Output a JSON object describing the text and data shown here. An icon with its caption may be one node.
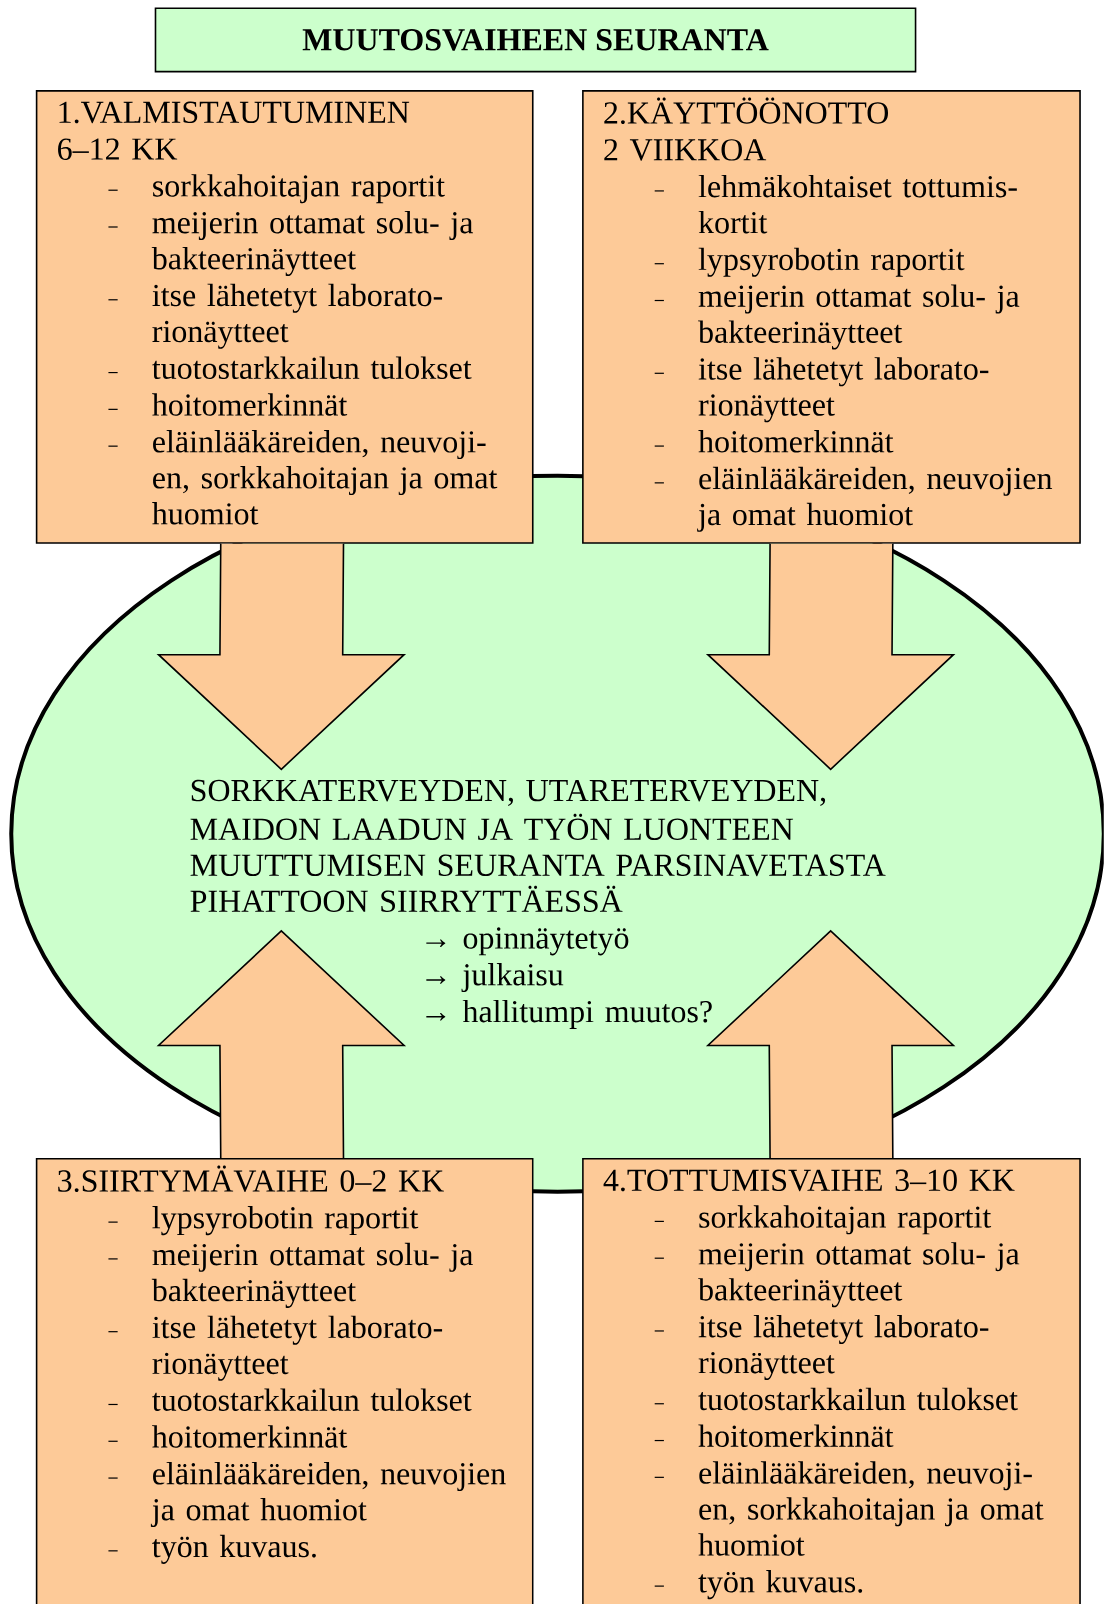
{
  "diagram": {
    "nodes": [
      {
        "text": [
          "MUUTOSVAIHEEN SEURANTA"
        ]
      },
      {
        "text": [
          "1.VALMISTAUTUMINEN",
          "6–12 KK",
          "sorkkahoitajan raportit",
          "meijerin ottamat solu- ja bakteerinäytteet",
          "itse lähetetyt laborato- rionäytteet",
          "tuotostarkkailun tulokset",
          "hoitomerkinnät",
          "eläinlääkäreiden, neuvoji- en, sorkkahoitajan ja omat huomiot"
        ]
      },
      {
        "text": [
          "2.KÄYTTÖÖNOTTO",
          "2 VIIKKOA",
          "lehmäkohtaiset tottumis- kortit",
          "lypsyrobotin raportit",
          "meijerin ottamat solu- ja bakteerinäytteet",
          "itse lähetetyt laborato- rionäytteet",
          "hoitomerkinnät",
          "eläinlääkäreiden, neuvojien ja omat huomiot"
        ]
      },
      {
        "text": [
          "3.SIIRTYMÄVAIHE 0–2 KK",
          "lypsyrobotin raportit",
          "meijerin ottamat solu- ja bakteerinäytteet",
          "itse lähetetyt laborato- rionäytteet",
          "tuotostarkkailun tulokset",
          "hoitomerkinnät",
          "eläinlääkäreiden, neuvojien ja omat huomiot",
          "työn kuvaus."
        ]
      },
      {
        "text": [
          "4.TOTTUMISVAIHE 3–10 KK",
          "sorkkahoitajan raportit",
          "meijerin ottamat solu- ja bakteerinäytteet",
          "itse lähetetyt laborato- rionäytteet",
          "tuotostarkkailun tulokset",
          "hoitomerkinnät",
          "eläinlääkäreiden, neuvoji- en, sorkkahoitajan ja omat huomiot",
          "työn kuvaus."
        ]
      },
      {
        "text": [
          "SORKKATERVEYDEN, UTARETERVEYDEN, MAIDON LAADUN JA TYÖN LUONTEEN MUUTTUMISEN SEURANTA PARSINAVETASTA PIHATTOON SIIRRYTTÄESSÄ",
          "→ opinnäytetyö",
          "→ julkaisu",
          "→ hallitumpi muutos?"
        ]
      }
    ],
    "edges": [
      {
        "from": 1,
        "to": 5,
        "arrow": "to"
      },
      {
        "from": 2,
        "to": 5,
        "arrow": "to"
      },
      {
        "from": 3,
        "to": 5,
        "arrow": "to"
      },
      {
        "from": 4,
        "to": 5,
        "arrow": "to"
      }
    ]
  }
}
